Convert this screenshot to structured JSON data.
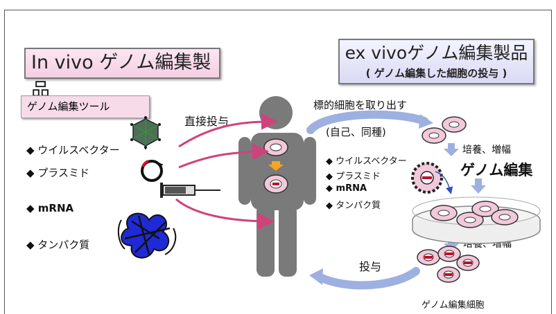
{
  "invivo": {
    "title": "In vivo ゲノム編集製品",
    "tools_header": "ゲノム編集ツール",
    "tools": [
      "◆ ウイルスベクター",
      "◆ プラスミド",
      "◆ mRNA",
      "◆ タンパク質"
    ],
    "direct_admin": "直接投与"
  },
  "exvivo": {
    "title": "ex vivoゲノム編集製品",
    "subtitle": "( ゲノム編集した細胞の投与 )",
    "extract": "標的細胞を取り出す",
    "source": "(自己、同種)",
    "culture1": "培養、増幅",
    "genome_edit": "ゲノム編集",
    "culture2": "培養、増幅",
    "administer": "投与",
    "edited_cells": "ゲノム編集細胞",
    "tools": [
      "◆ ウイルスベクター",
      "◆ プラスミド",
      "◆ mRNA",
      "◆ タンパク質"
    ]
  },
  "colors": {
    "arrow_pink": "#d0427a",
    "arrow_blue": "#9db0e0",
    "body_gray": "#7a7a7a",
    "cell_fill": "#f2c9da",
    "protein_blue": "#1f2ad6",
    "down_orange": "#f5a623"
  }
}
